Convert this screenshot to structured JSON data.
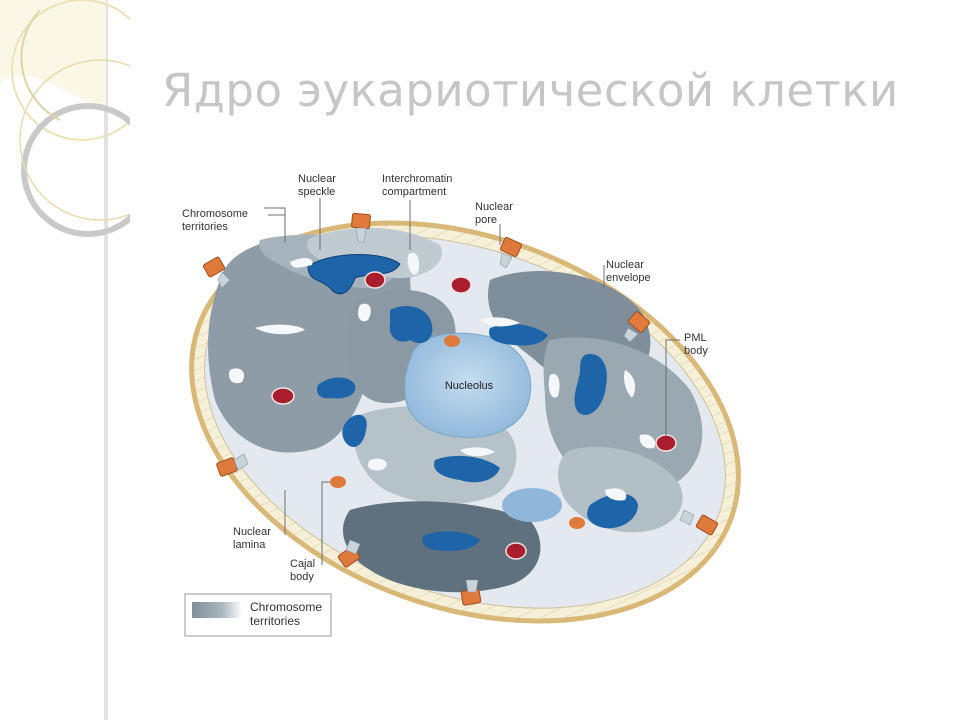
{
  "title": "Ядро эукариотической клетки",
  "labels": {
    "chromosome_territories": [
      "Chromosome",
      "territories"
    ],
    "nuclear_speckle": [
      "Nuclear",
      "speckle"
    ],
    "interchromatin_compartment": [
      "Interchromatin",
      "compartment"
    ],
    "nuclear_pore": [
      "Nuclear",
      "pore"
    ],
    "nuclear_envelope": [
      "Nuclear",
      "envelope"
    ],
    "pml_body": [
      "PML",
      "body"
    ],
    "nucleolus": "Nucleolus",
    "nuclear_lamina": [
      "Nuclear",
      "lamina"
    ],
    "cajal_body": [
      "Cajal",
      "body"
    ]
  },
  "legend": {
    "label": [
      "Chromosome",
      "territories"
    ]
  },
  "colors": {
    "envelope": "#d9b777",
    "lamina_bg": "#f6f0d8",
    "nucleoplasm": "#e3e9ee",
    "territory_light": "#b9c5cd",
    "territory_dark": "#7f8f9b",
    "speckle": "#1d64a8",
    "pml": "#a91d2c",
    "pore": "#e07a3c",
    "nucleolus": "#a9cbe6",
    "title": "#c6c6c6"
  }
}
